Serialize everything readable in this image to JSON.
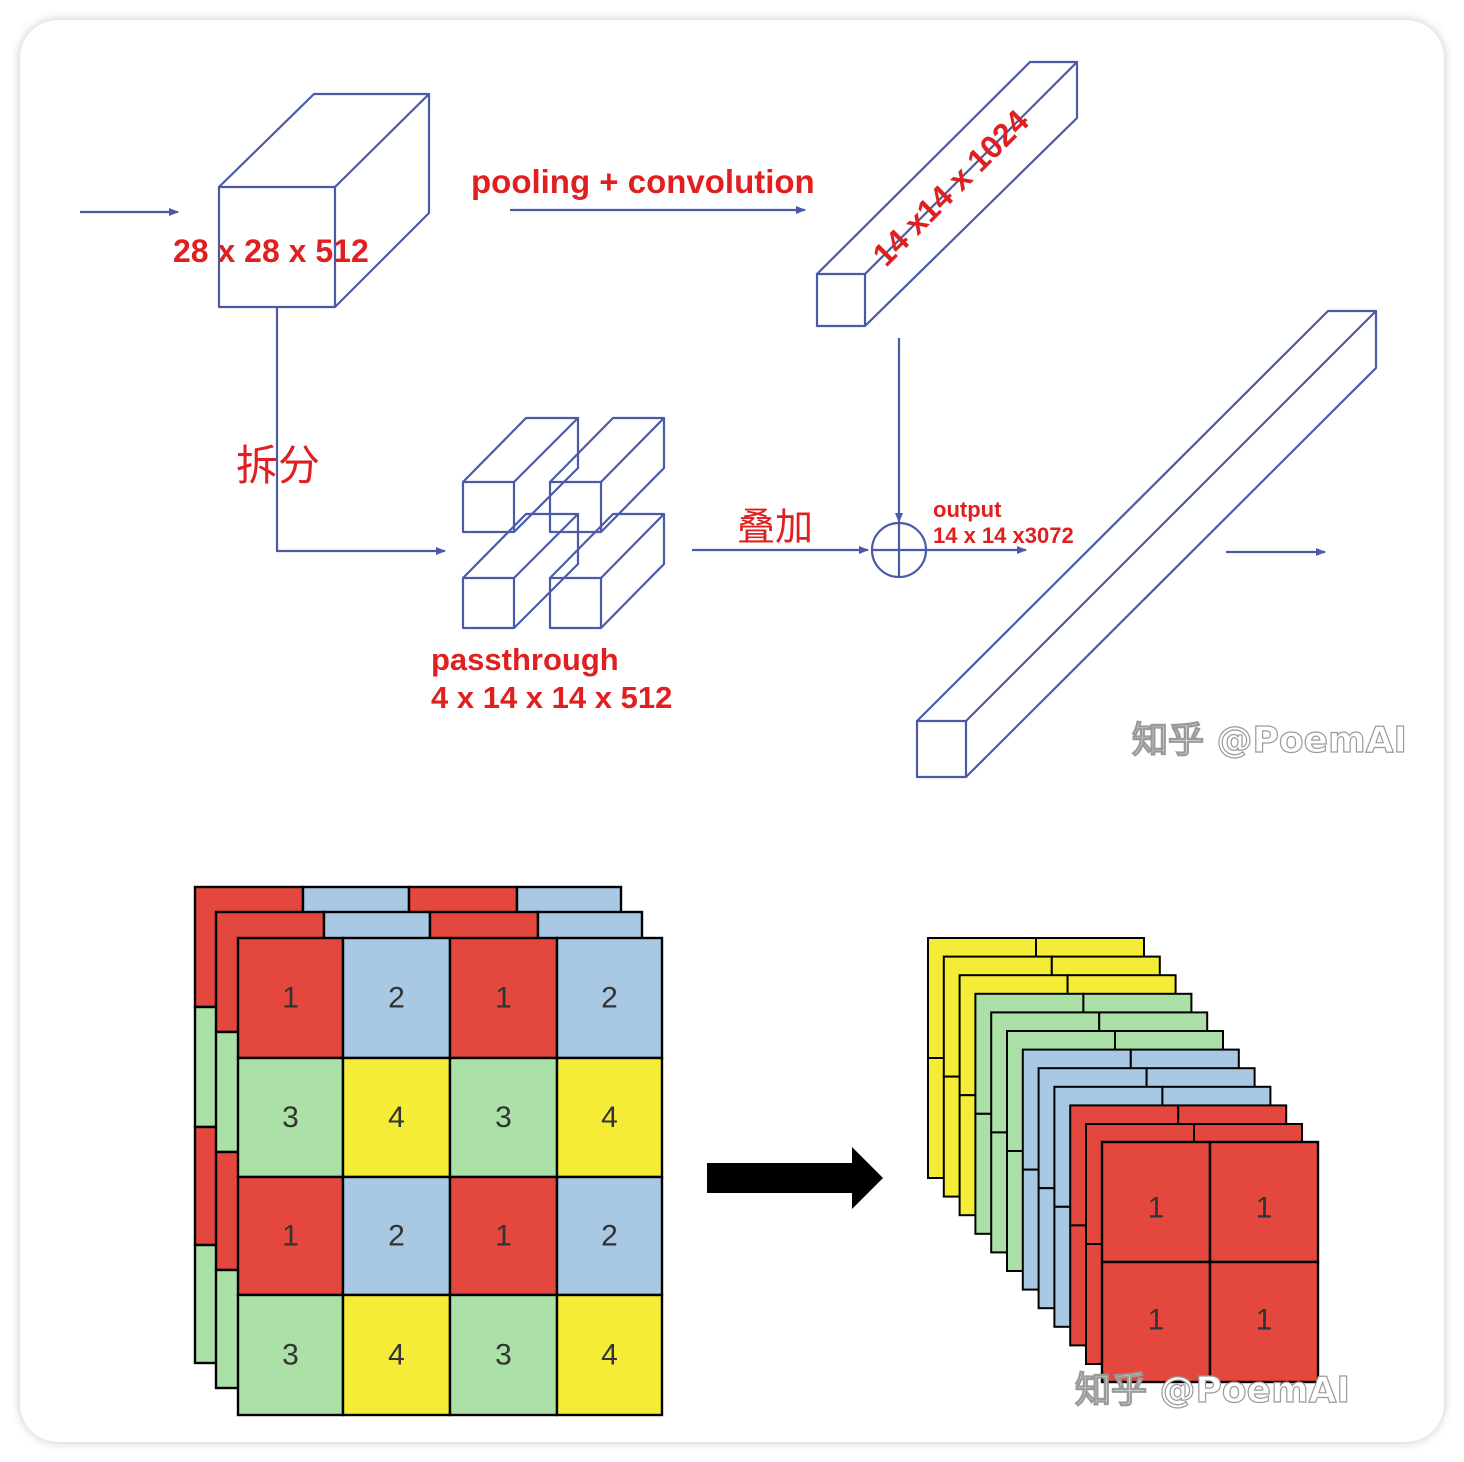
{
  "colors": {
    "line": "#4a5aa8",
    "label_red": "#e02020",
    "cell_red": "#e4473d",
    "cell_blue": "#a9c8e3",
    "cell_green": "#abe0a6",
    "cell_yellow": "#f5ec38",
    "arrow_black": "#000000"
  },
  "top_diagram": {
    "input_label": "28 x 28 x 512",
    "pooling_label": "pooling + convolution",
    "conv_block_label": "14 x14 x 1024",
    "split_label": "拆分",
    "passthrough_label": "passthrough",
    "passthrough_dims": "4 x 14 x 14 x 512",
    "stack_label": "叠加",
    "output_label": "output",
    "output_dims": "14 x 14 x3072",
    "watermark": "知乎 @PoemAI"
  },
  "bottom_diagram": {
    "grid_numbers": [
      [
        "1",
        "2",
        "1",
        "2"
      ],
      [
        "3",
        "4",
        "3",
        "4"
      ],
      [
        "1",
        "2",
        "1",
        "2"
      ],
      [
        "3",
        "4",
        "3",
        "4"
      ]
    ],
    "grid_colors": [
      [
        "red",
        "blue",
        "red",
        "blue"
      ],
      [
        "green",
        "yellow",
        "green",
        "yellow"
      ],
      [
        "red",
        "blue",
        "red",
        "blue"
      ],
      [
        "green",
        "yellow",
        "green",
        "yellow"
      ]
    ],
    "output_numbers": [
      [
        "1",
        "1"
      ],
      [
        "1",
        "1"
      ]
    ],
    "watermark": "知乎 @PoemAI"
  }
}
